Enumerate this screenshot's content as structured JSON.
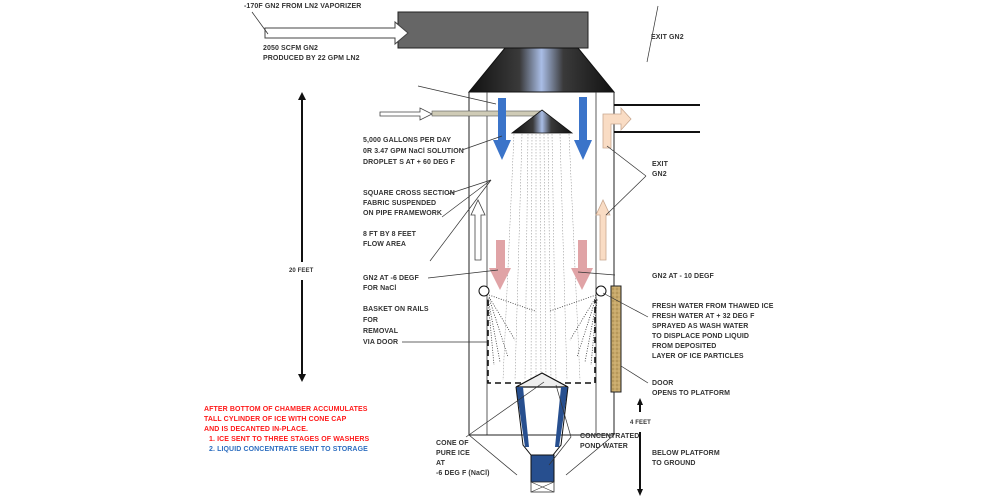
{
  "labels": {
    "vaporizer_source": "-170F GN2 FROM LN2 VAPORIZER",
    "gn2_flow": "2050 SCFM GN2",
    "gn2_produced": "PRODUCED BY 22 GPM LN2",
    "exit_gn2_top": "EXIT GN2",
    "solution_rate": [
      "5,000 GALLONS PER DAY",
      "0R 3.47 GPM NaCl SOLUTION",
      "DROPLET S AT + 60 DEG F"
    ],
    "cross_section": [
      "SQUARE CROSS SECTION",
      "FABRIC SUSPENDED",
      "ON PIPE FRAMEWORK"
    ],
    "flow_area": [
      "8 FT BY 8 FEET",
      "FLOW AREA"
    ],
    "height_20": "20 FEET",
    "gn2_left": [
      "GN2 AT -6 DEGF",
      "FOR NaCl"
    ],
    "basket": [
      "BASKET ON RAILS",
      "FOR",
      "REMOVAL",
      "VIA DOOR"
    ],
    "exit_gn2_side": [
      "EXIT",
      "GN2"
    ],
    "gn2_right": "GN2 AT - 10 DEGF",
    "fresh_water": [
      "FRESH WATER FROM THAWED ICE",
      "FRESH WATER AT + 32 DEG F",
      "SPRAYED AS WASH WATER",
      "TO DISPLACE POND LIQUID",
      "FROM DEPOSITED",
      "LAYER OF ICE PARTICLES"
    ],
    "door": [
      "DOOR",
      "OPENS TO PLATFORM"
    ],
    "height_4": "4 FEET",
    "below_platform": [
      "BELOW PLATFORM",
      "TO GROUND"
    ],
    "cone_ice": [
      "CONE OF",
      "PURE ICE",
      "AT",
      "-6 DEG F (NaCl)"
    ],
    "concentrated": [
      "CONCENTRATED",
      "POND WATER"
    ]
  },
  "notes": {
    "intro": [
      "AFTER BOTTOM OF CHAMBER ACCUMULATES",
      "TALL CYLINDER OF ICE WITH CONE CAP",
      "AND IS DECANTED IN-PLACE."
    ],
    "step1": "1. ICE SENT TO THREE STAGES OF WASHERS",
    "step2": "2. LIQUID CONCENTRATE SENT TO STORAGE"
  },
  "colors": {
    "blue_arrow": "#3b74c9",
    "pink_arrow": "#e0a3a6",
    "peach_arrow": "#f9dcc4",
    "duct": "#666666",
    "door": "#c8a96a",
    "concentrate": "#274f8f",
    "note_red": "#ff1a1a",
    "note_blue": "#2f6fc0"
  }
}
